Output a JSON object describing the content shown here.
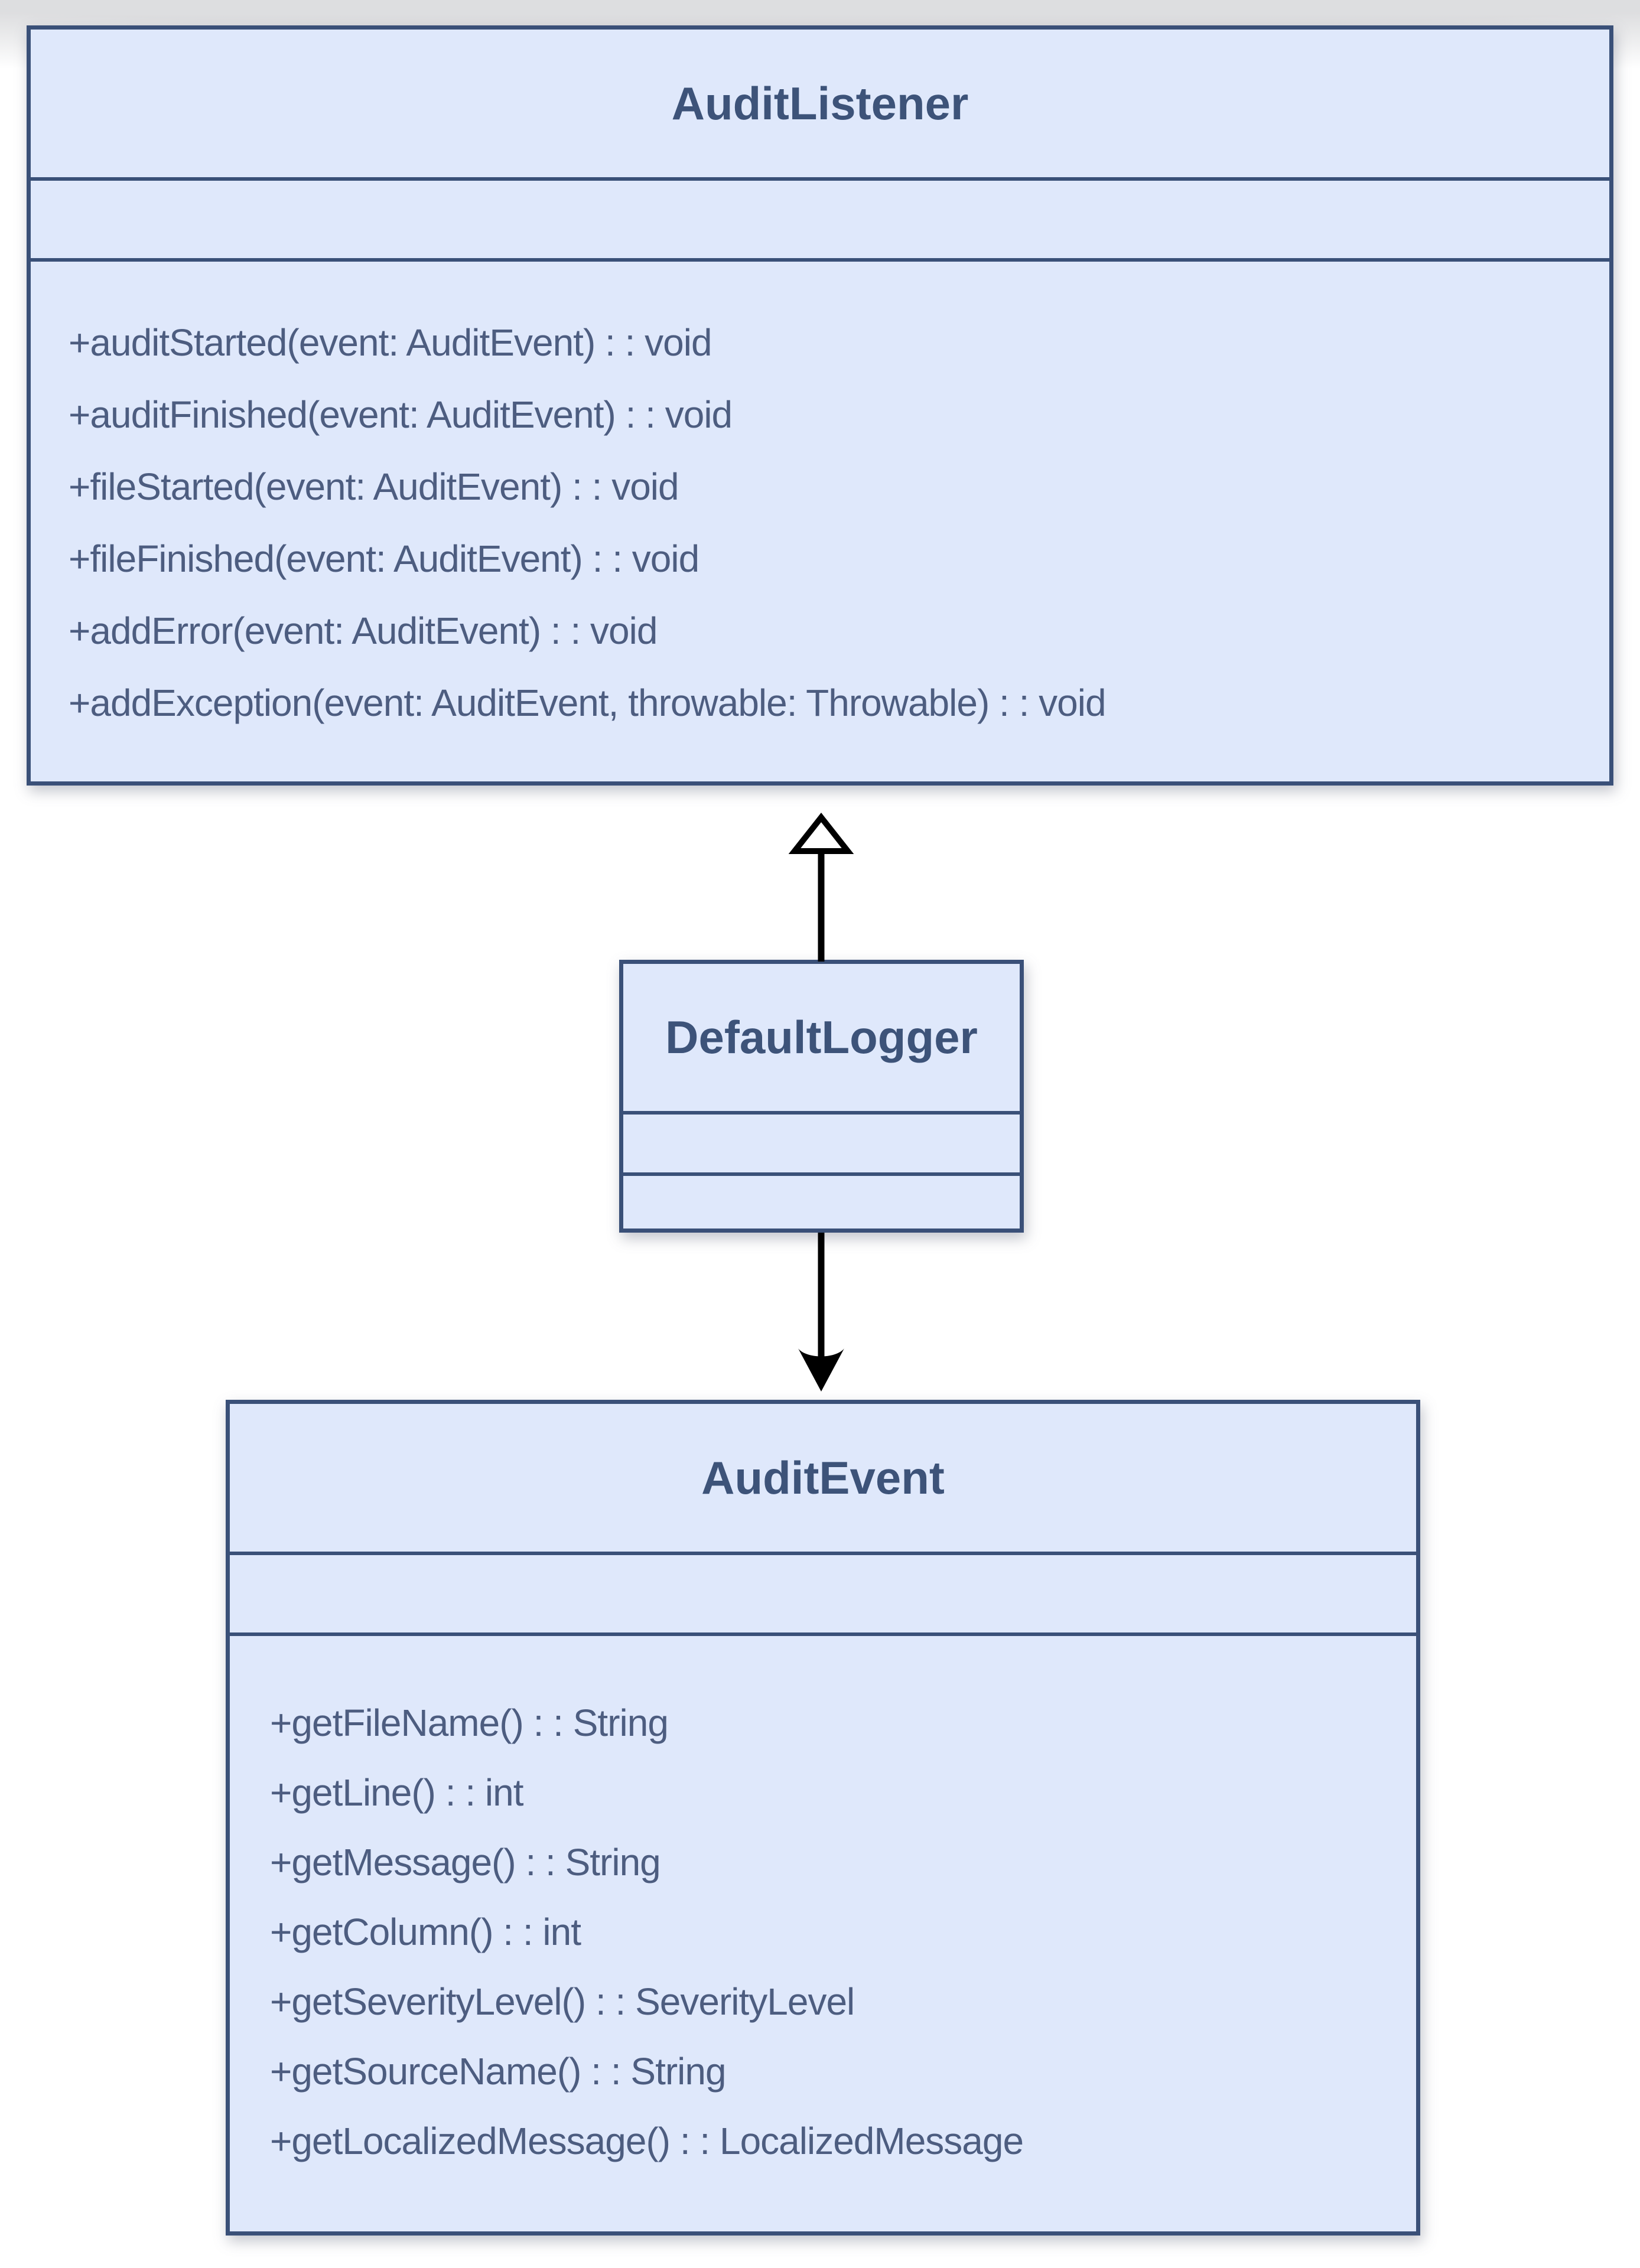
{
  "colors": {
    "box_fill": "#dfe8fb",
    "box_border": "#3a5078",
    "title_text": "#3d5379",
    "method_text": "#4d5d80",
    "arrow_color": "#000000"
  },
  "classes": {
    "audit_listener": {
      "name": "AuditListener",
      "attributes": [],
      "methods": [
        "+auditStarted(event: AuditEvent) : : void",
        "+auditFinished(event: AuditEvent) : : void",
        "+fileStarted(event: AuditEvent) : : void",
        "+fileFinished(event: AuditEvent) : : void",
        "+addError(event: AuditEvent) : : void",
        "+addException(event: AuditEvent, throwable: Throwable) : : void"
      ]
    },
    "default_logger": {
      "name": "DefaultLogger",
      "attributes": [],
      "methods": []
    },
    "audit_event": {
      "name": "AuditEvent",
      "attributes": [],
      "methods": [
        "+getFileName() : : String",
        "+getLine() : : int",
        "+getMessage() : : String",
        "+getColumn() : : int",
        "+getSeverityLevel() : : SeverityLevel",
        "+getSourceName() : : String",
        "+getLocalizedMessage() : : LocalizedMessage"
      ]
    }
  },
  "relations": [
    {
      "type": "generalization",
      "from": "DefaultLogger",
      "to": "AuditListener",
      "head": "hollow-triangle"
    },
    {
      "type": "association",
      "from": "DefaultLogger",
      "to": "AuditEvent",
      "head": "filled-arrow"
    }
  ]
}
